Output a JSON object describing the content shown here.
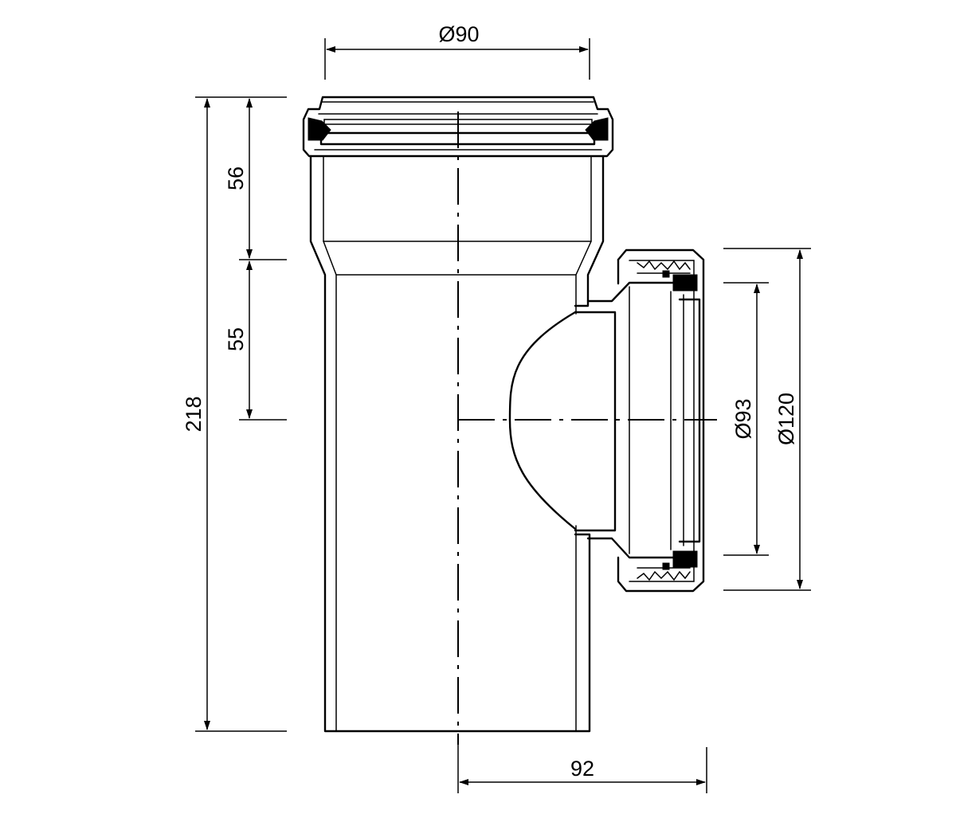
{
  "dimensions": {
    "top_diameter": "Ø90",
    "height_socket": "56",
    "height_to_branch": "55",
    "total_height": "218",
    "branch_seal_diameter": "Ø93",
    "branch_outer_diameter": "Ø120",
    "branch_offset": "92"
  }
}
